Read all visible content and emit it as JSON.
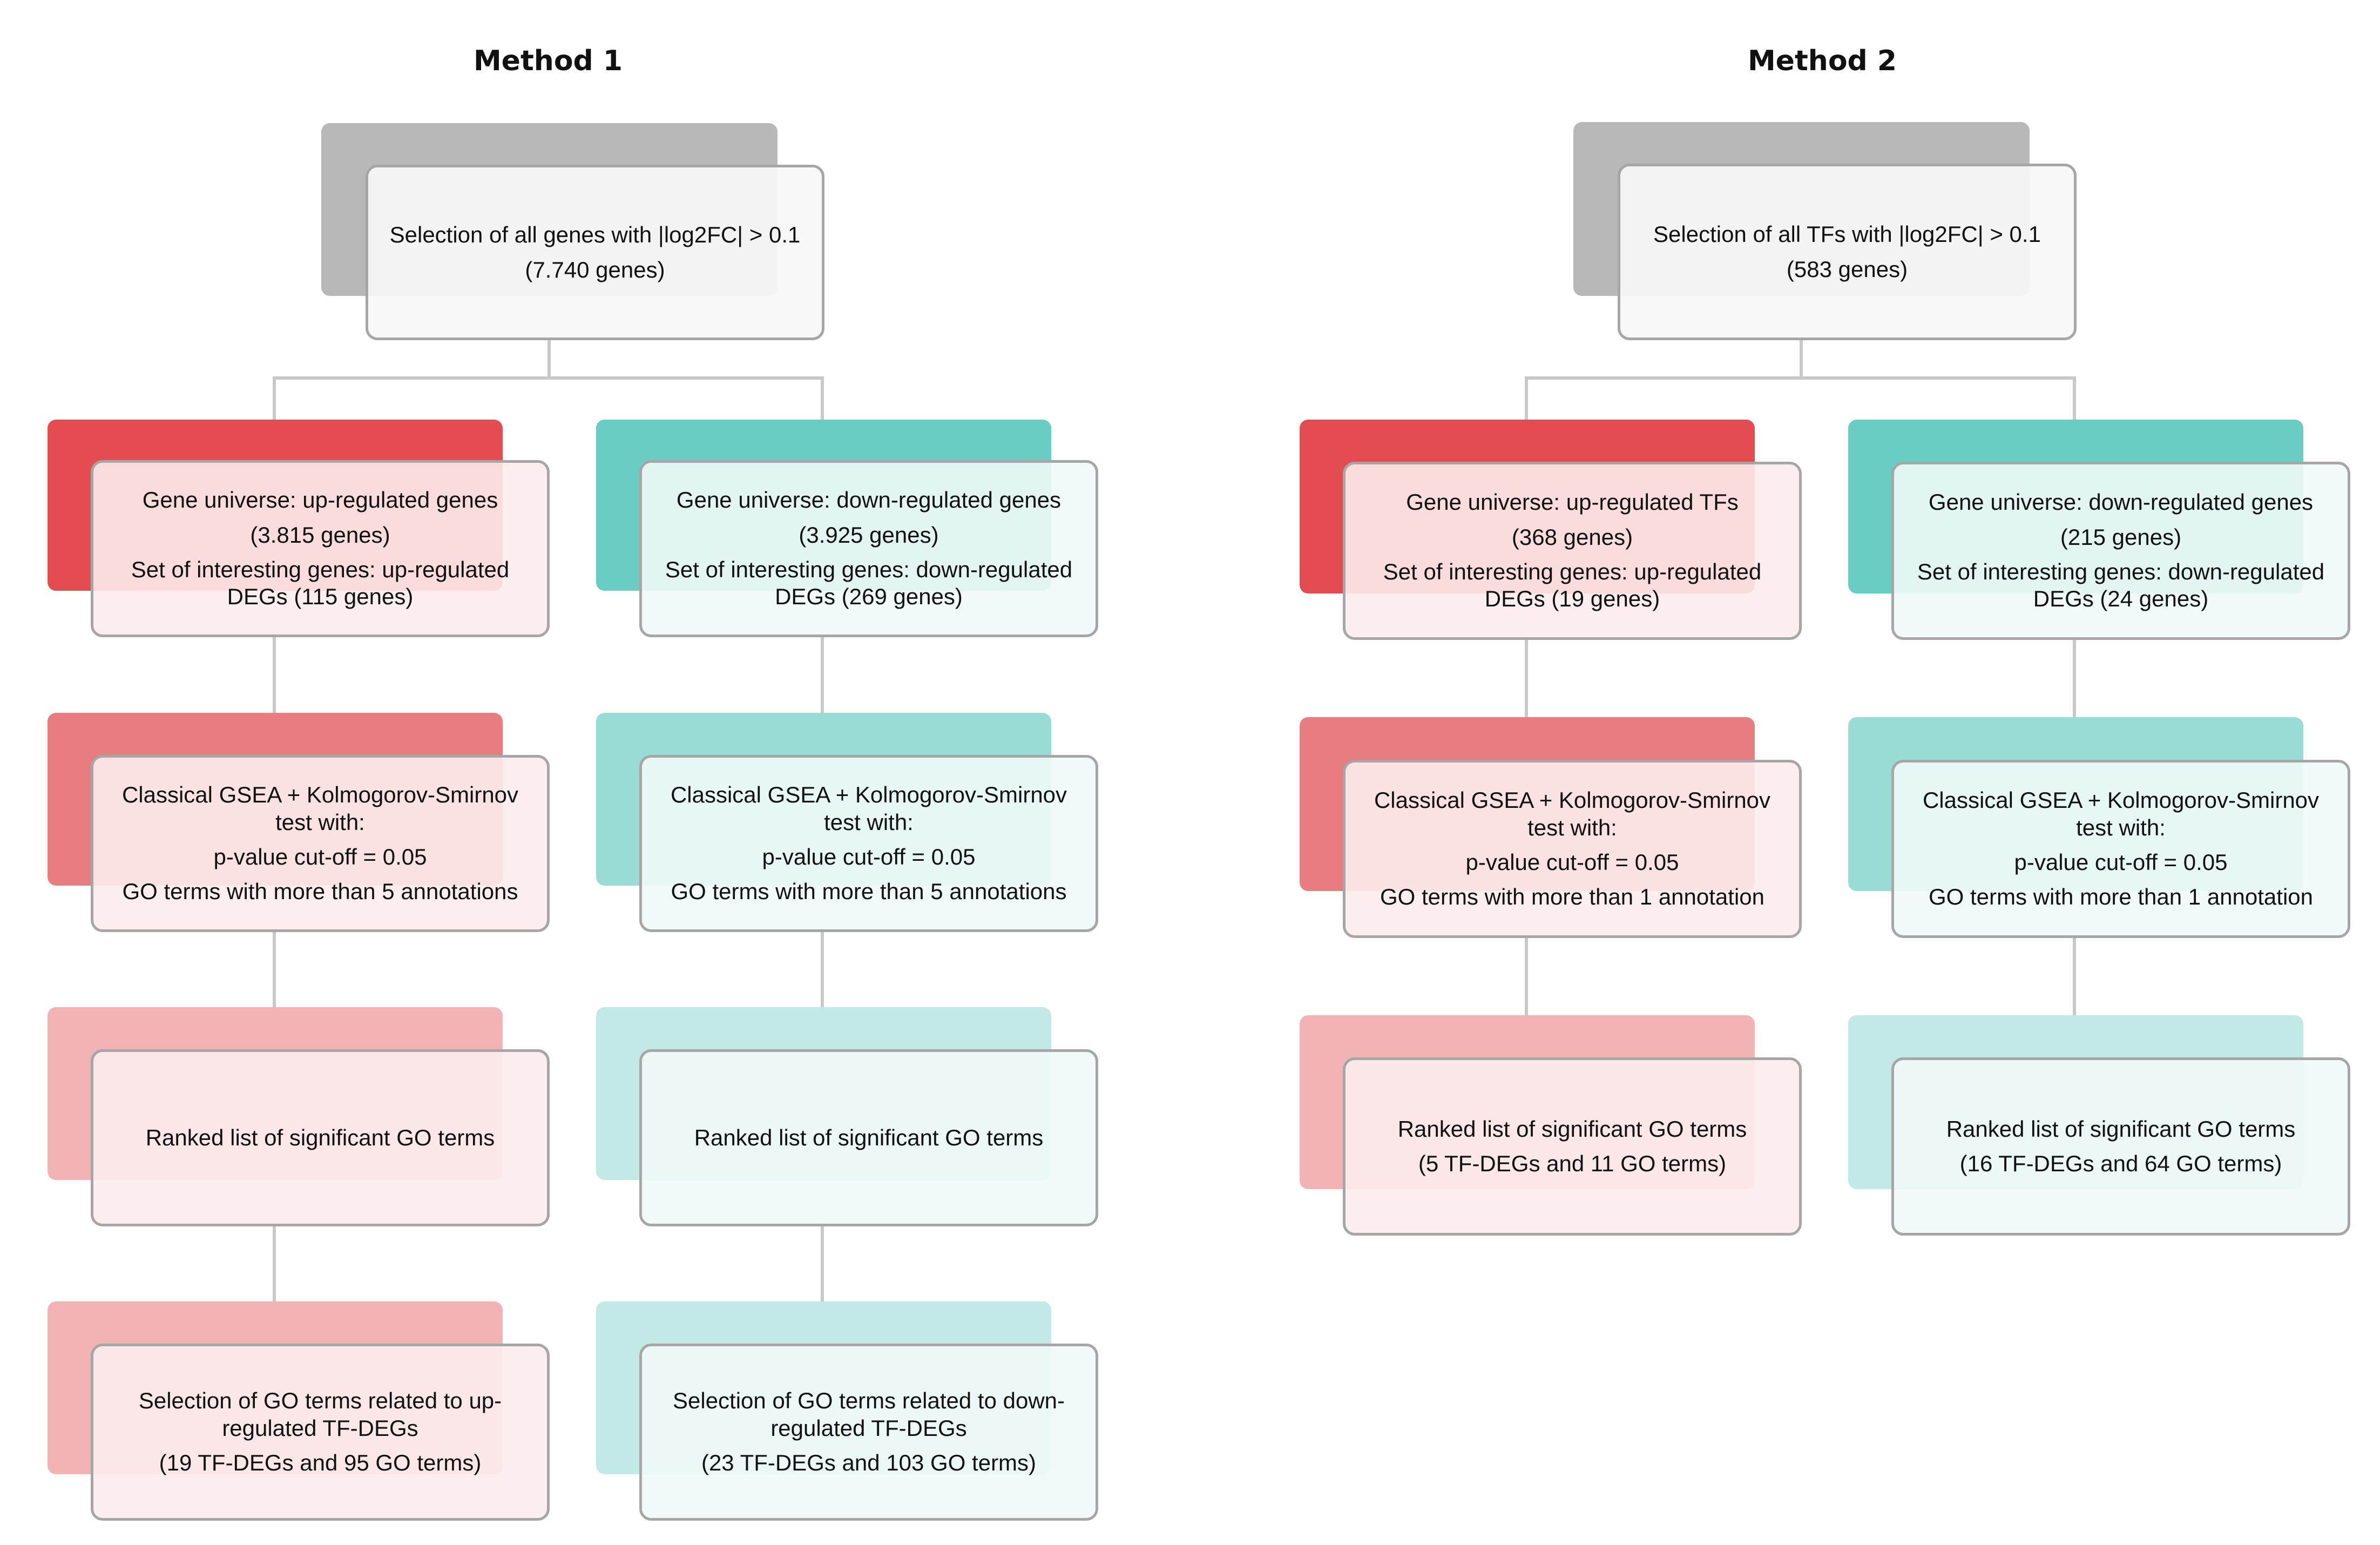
{
  "colors": {
    "header_gray": "#b8b8b8",
    "up_dark": "#e34c50",
    "up_mid": "#e77d80",
    "up_light": "#f2b3b4",
    "down_dark": "#69cdc3",
    "down_mid": "#98dcd5",
    "down_light": "#c2e9e5",
    "connector": "#c8c8c8",
    "box_border": "#a6a6a6"
  },
  "method1": {
    "title": "Method 1",
    "selection": {
      "line1": "Selection of all genes with |log2FC| > 0.1",
      "line2": "(7.740 genes)"
    },
    "up": {
      "universe": {
        "line1": "Gene universe: up-regulated genes",
        "line2": "(3.815 genes)",
        "line3": "Set of interesting genes: up-regulated",
        "line4": "DEGs (115 genes)"
      },
      "gsea": {
        "line1": "Classical GSEA + Kolmogorov-Smirnov",
        "line2": "test with:",
        "line3": "p-value cut-off = 0.05",
        "line4": "GO terms with more than 5 annotations"
      },
      "ranked": {
        "line1": "Ranked list of significant GO terms"
      },
      "selection_go": {
        "line1": "Selection of GO terms related to up-",
        "line2": "regulated TF-DEGs",
        "line3": "(19 TF-DEGs and 95 GO terms)"
      }
    },
    "down": {
      "universe": {
        "line1": "Gene universe: down-regulated genes",
        "line2": "(3.925 genes)",
        "line3": "Set of interesting genes: down-regulated",
        "line4": "DEGs (269 genes)"
      },
      "gsea": {
        "line1": "Classical GSEA + Kolmogorov-Smirnov",
        "line2": "test with:",
        "line3": "p-value cut-off = 0.05",
        "line4": "GO terms with more than 5 annotations"
      },
      "ranked": {
        "line1": "Ranked list of significant GO terms"
      },
      "selection_go": {
        "line1": "Selection of GO terms related to down-",
        "line2": "regulated TF-DEGs",
        "line3": "(23 TF-DEGs and 103 GO terms)"
      }
    }
  },
  "method2": {
    "title": "Method 2",
    "selection": {
      "line1": "Selection of all TFs with |log2FC| > 0.1",
      "line2": "(583 genes)"
    },
    "up": {
      "universe": {
        "line1": "Gene universe: up-regulated TFs",
        "line2": "(368 genes)",
        "line3": "Set of interesting genes: up-regulated",
        "line4": "DEGs (19 genes)"
      },
      "gsea": {
        "line1": "Classical GSEA + Kolmogorov-Smirnov",
        "line2": "test with:",
        "line3": "p-value cut-off = 0.05",
        "line4": "GO terms with more than 1 annotation"
      },
      "ranked": {
        "line1": "Ranked list of significant GO terms",
        "line2": "(5 TF-DEGs and 11 GO terms)"
      }
    },
    "down": {
      "universe": {
        "line1": "Gene universe: down-regulated genes",
        "line2": "(215 genes)",
        "line3": "Set of interesting genes: down-regulated",
        "line4": "DEGs (24 genes)"
      },
      "gsea": {
        "line1": "Classical GSEA + Kolmogorov-Smirnov",
        "line2": "test with:",
        "line3": "p-value cut-off = 0.05",
        "line4": "GO terms with more than 1 annotation"
      },
      "ranked": {
        "line1": "Ranked list of significant GO terms",
        "line2": "(16 TF-DEGs and 64 GO terms)"
      }
    }
  }
}
